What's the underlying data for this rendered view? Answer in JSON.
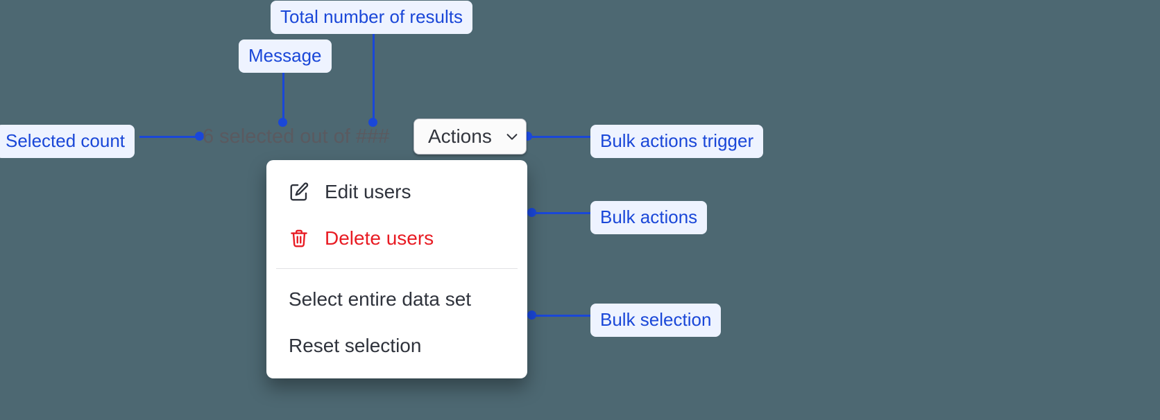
{
  "canvas": {
    "background_color": "#4d6872",
    "annotation_color": "#1a47d8",
    "annotation_chip_background": "#eef3ff"
  },
  "annotations": [
    {
      "id": "total-results",
      "label": "Total number of results"
    },
    {
      "id": "message",
      "label": "Message"
    },
    {
      "id": "selected-count",
      "label": "Selected count"
    },
    {
      "id": "bulk-actions-trigger",
      "label": "Bulk actions trigger"
    },
    {
      "id": "bulk-actions",
      "label": "Bulk actions"
    },
    {
      "id": "bulk-selection",
      "label": "Bulk selection"
    }
  ],
  "component": {
    "selection_message": "6 selected out of ###",
    "selected_count": "6",
    "total_results_placeholder": "###",
    "trigger": {
      "label": "Actions",
      "icon": "chevron-down-icon",
      "background_color": "#fbfbfb",
      "text_color": "#32353d"
    },
    "menu": {
      "background_color": "#ffffff",
      "bulk_actions": [
        {
          "label": "Edit users",
          "icon": "edit-pencil-square-icon",
          "color": "#2f333c",
          "destructive": false
        },
        {
          "label": "Delete users",
          "icon": "trash-icon",
          "color": "#e81b23",
          "destructive": true
        }
      ],
      "bulk_selection": [
        {
          "label": "Select entire data set",
          "icon": null,
          "color": "#2f333c"
        },
        {
          "label": "Reset selection",
          "icon": null,
          "color": "#2f333c"
        }
      ]
    }
  }
}
